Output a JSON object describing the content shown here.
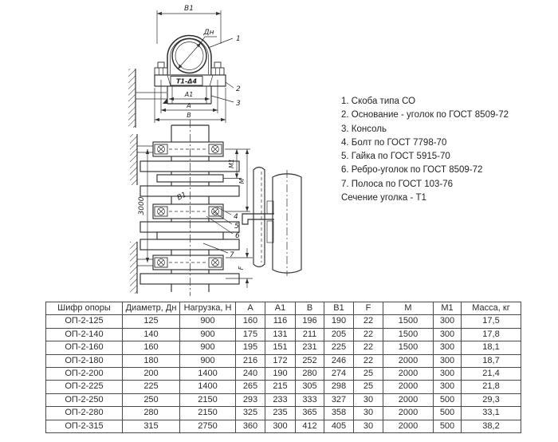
{
  "colors": {
    "background": "#ffffff",
    "line": "#2e2e2e",
    "text": "#232323",
    "table_border": "#4a4a4a"
  },
  "drawing": {
    "top_view": {
      "dim_b1_label": "В1",
      "dim_dn_label": "Дн",
      "weld_mark": "Т1-Δ4",
      "dim_a1_label": "А1",
      "dim_a_label": "А",
      "dim_b_label": "В",
      "callout_clamp": "1",
      "callout_base": "2",
      "callout_console": "3"
    },
    "front_view": {
      "dim_height_label": "3000",
      "dim_m1_label": "М1",
      "dim_m_label": "М",
      "dim_b1_label": "В1",
      "dim_f_label": "F",
      "callout_bolt": "4",
      "callout_nut": "5",
      "callout_rib": "6",
      "callout_strip": "7"
    }
  },
  "legend": {
    "items": [
      "1. Скоба типа СО",
      "2. Основание - уголок по ГОСТ 8509-72",
      "3. Консоль",
      "4. Болт по ГОСТ 7798-70",
      "5. Гайка по ГОСТ 5915-70",
      "6. Ребро-уголок по ГОСТ 8509-72",
      "7. Полоса по ГОСТ 103-76"
    ],
    "section_note": "Сечение уголка - Т1"
  },
  "table": {
    "headers": [
      "Шифр опоры",
      "Диаметр, Дн",
      "Нагрузка, Н",
      "A",
      "A1",
      "B",
      "B1",
      "F",
      "M",
      "M1",
      "Масса, кг"
    ],
    "rows": [
      [
        "ОП-2-125",
        "125",
        "900",
        "160",
        "116",
        "196",
        "190",
        "22",
        "1500",
        "300",
        "17,5"
      ],
      [
        "ОП-2-140",
        "140",
        "900",
        "175",
        "131",
        "211",
        "205",
        "22",
        "1500",
        "300",
        "17,8"
      ],
      [
        "ОП-2-160",
        "160",
        "900",
        "195",
        "151",
        "231",
        "225",
        "22",
        "1500",
        "300",
        "18,1"
      ],
      [
        "ОП-2-180",
        "180",
        "900",
        "216",
        "172",
        "252",
        "246",
        "22",
        "2000",
        "300",
        "18,7"
      ],
      [
        "ОП-2-200",
        "200",
        "1400",
        "240",
        "190",
        "280",
        "274",
        "25",
        "2000",
        "300",
        "21,4"
      ],
      [
        "ОП-2-225",
        "225",
        "1400",
        "265",
        "215",
        "305",
        "298",
        "25",
        "2000",
        "300",
        "21,8"
      ],
      [
        "ОП-2-250",
        "250",
        "2150",
        "293",
        "233",
        "333",
        "327",
        "30",
        "2000",
        "500",
        "29,3"
      ],
      [
        "ОП-2-280",
        "280",
        "2150",
        "325",
        "235",
        "365",
        "358",
        "30",
        "2000",
        "500",
        "33,1"
      ],
      [
        "ОП-2-315",
        "315",
        "2750",
        "360",
        "300",
        "412",
        "405",
        "30",
        "2000",
        "500",
        "38,2"
      ]
    ]
  }
}
